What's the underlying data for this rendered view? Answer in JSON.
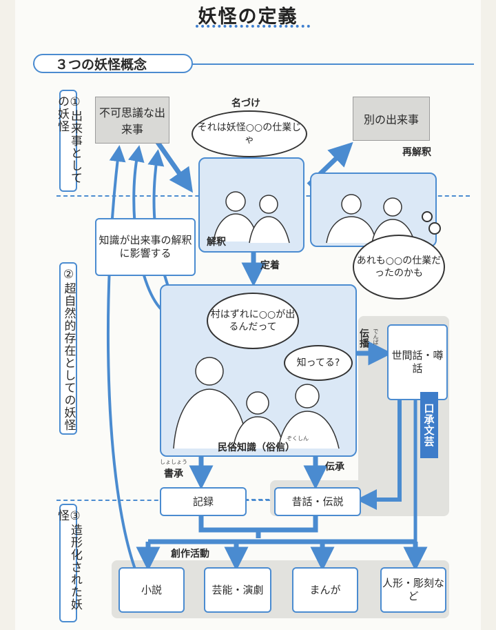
{
  "header": {
    "title": "妖怪の定義",
    "concept_label": "３つの妖怪概念"
  },
  "sections": {
    "event": "①出来事としての妖怪",
    "supernatural": "②超自然的存在としての妖怪",
    "formative": "③造形化された妖怪"
  },
  "nodes": {
    "strange_event": "不可思議な出来事",
    "other_event": "別の出来事",
    "knowledge_influence": "知識が出来事の解釈に影響する",
    "rumor": "世間話・噂話",
    "folktale": "昔話・伝説",
    "record": "記録",
    "novel": "小説",
    "performing": "芸能・演劇",
    "manga": "まんが",
    "dolls": "人形・彫刻など"
  },
  "bubbles": {
    "naming": "それは妖怪○○の仕業じゃ",
    "reinterp": "あれも○○の仕業だったのかも",
    "village": "村はずれに○○が出るんだって",
    "know": "知ってる?"
  },
  "labels": {
    "naming": "名づけ",
    "reinterpretation": "再解釈",
    "interpretation": "解釈",
    "settle": "定着",
    "propagation": "伝播",
    "propagation_ruby": "でんぱ",
    "folk_knowledge": "民俗知識（俗信）",
    "folk_ruby": "ぞくしん",
    "written_transmission": "書承",
    "written_ruby": "しょしょう",
    "oral_transmission": "伝承",
    "creative_activity": "創作活動",
    "oral_literature": "口承文芸"
  },
  "colors": {
    "accent": "#4a8bd0",
    "panel": "#dbe8f6",
    "oral": "#3d7cc9",
    "gray": "#d9d9d6"
  }
}
